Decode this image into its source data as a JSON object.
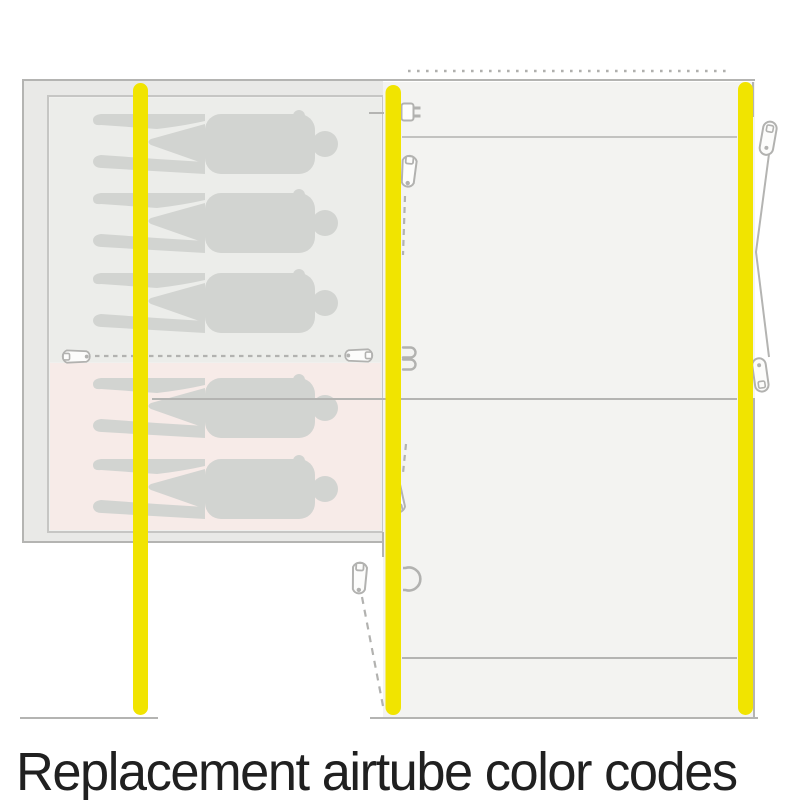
{
  "title": "Replacement airtube color codes",
  "colors": {
    "airtube": "#f1e400",
    "silhouette": "#d2d4d1",
    "bedroom_fill": "#ecedea",
    "front_bedroom_fill": "#f7ebe8",
    "inner_panel_fill": "#f0f0ee",
    "outer_panel_fill": "#e9e9e7",
    "living_area_fill": "#f3f3f1",
    "line": "#b4b4b2",
    "title_text": "#202020"
  },
  "legend": {
    "airtube_color_code": "yellow",
    "airtube_count": 3
  },
  "floorplan": {
    "inner_bedroom_occupants": 3,
    "front_bedroom_occupants": 2,
    "icons": [
      "zipper-pull-icon",
      "electric-hookup-icon",
      "clip-icon",
      "d-ring-icon",
      "strap-point-icon"
    ]
  }
}
